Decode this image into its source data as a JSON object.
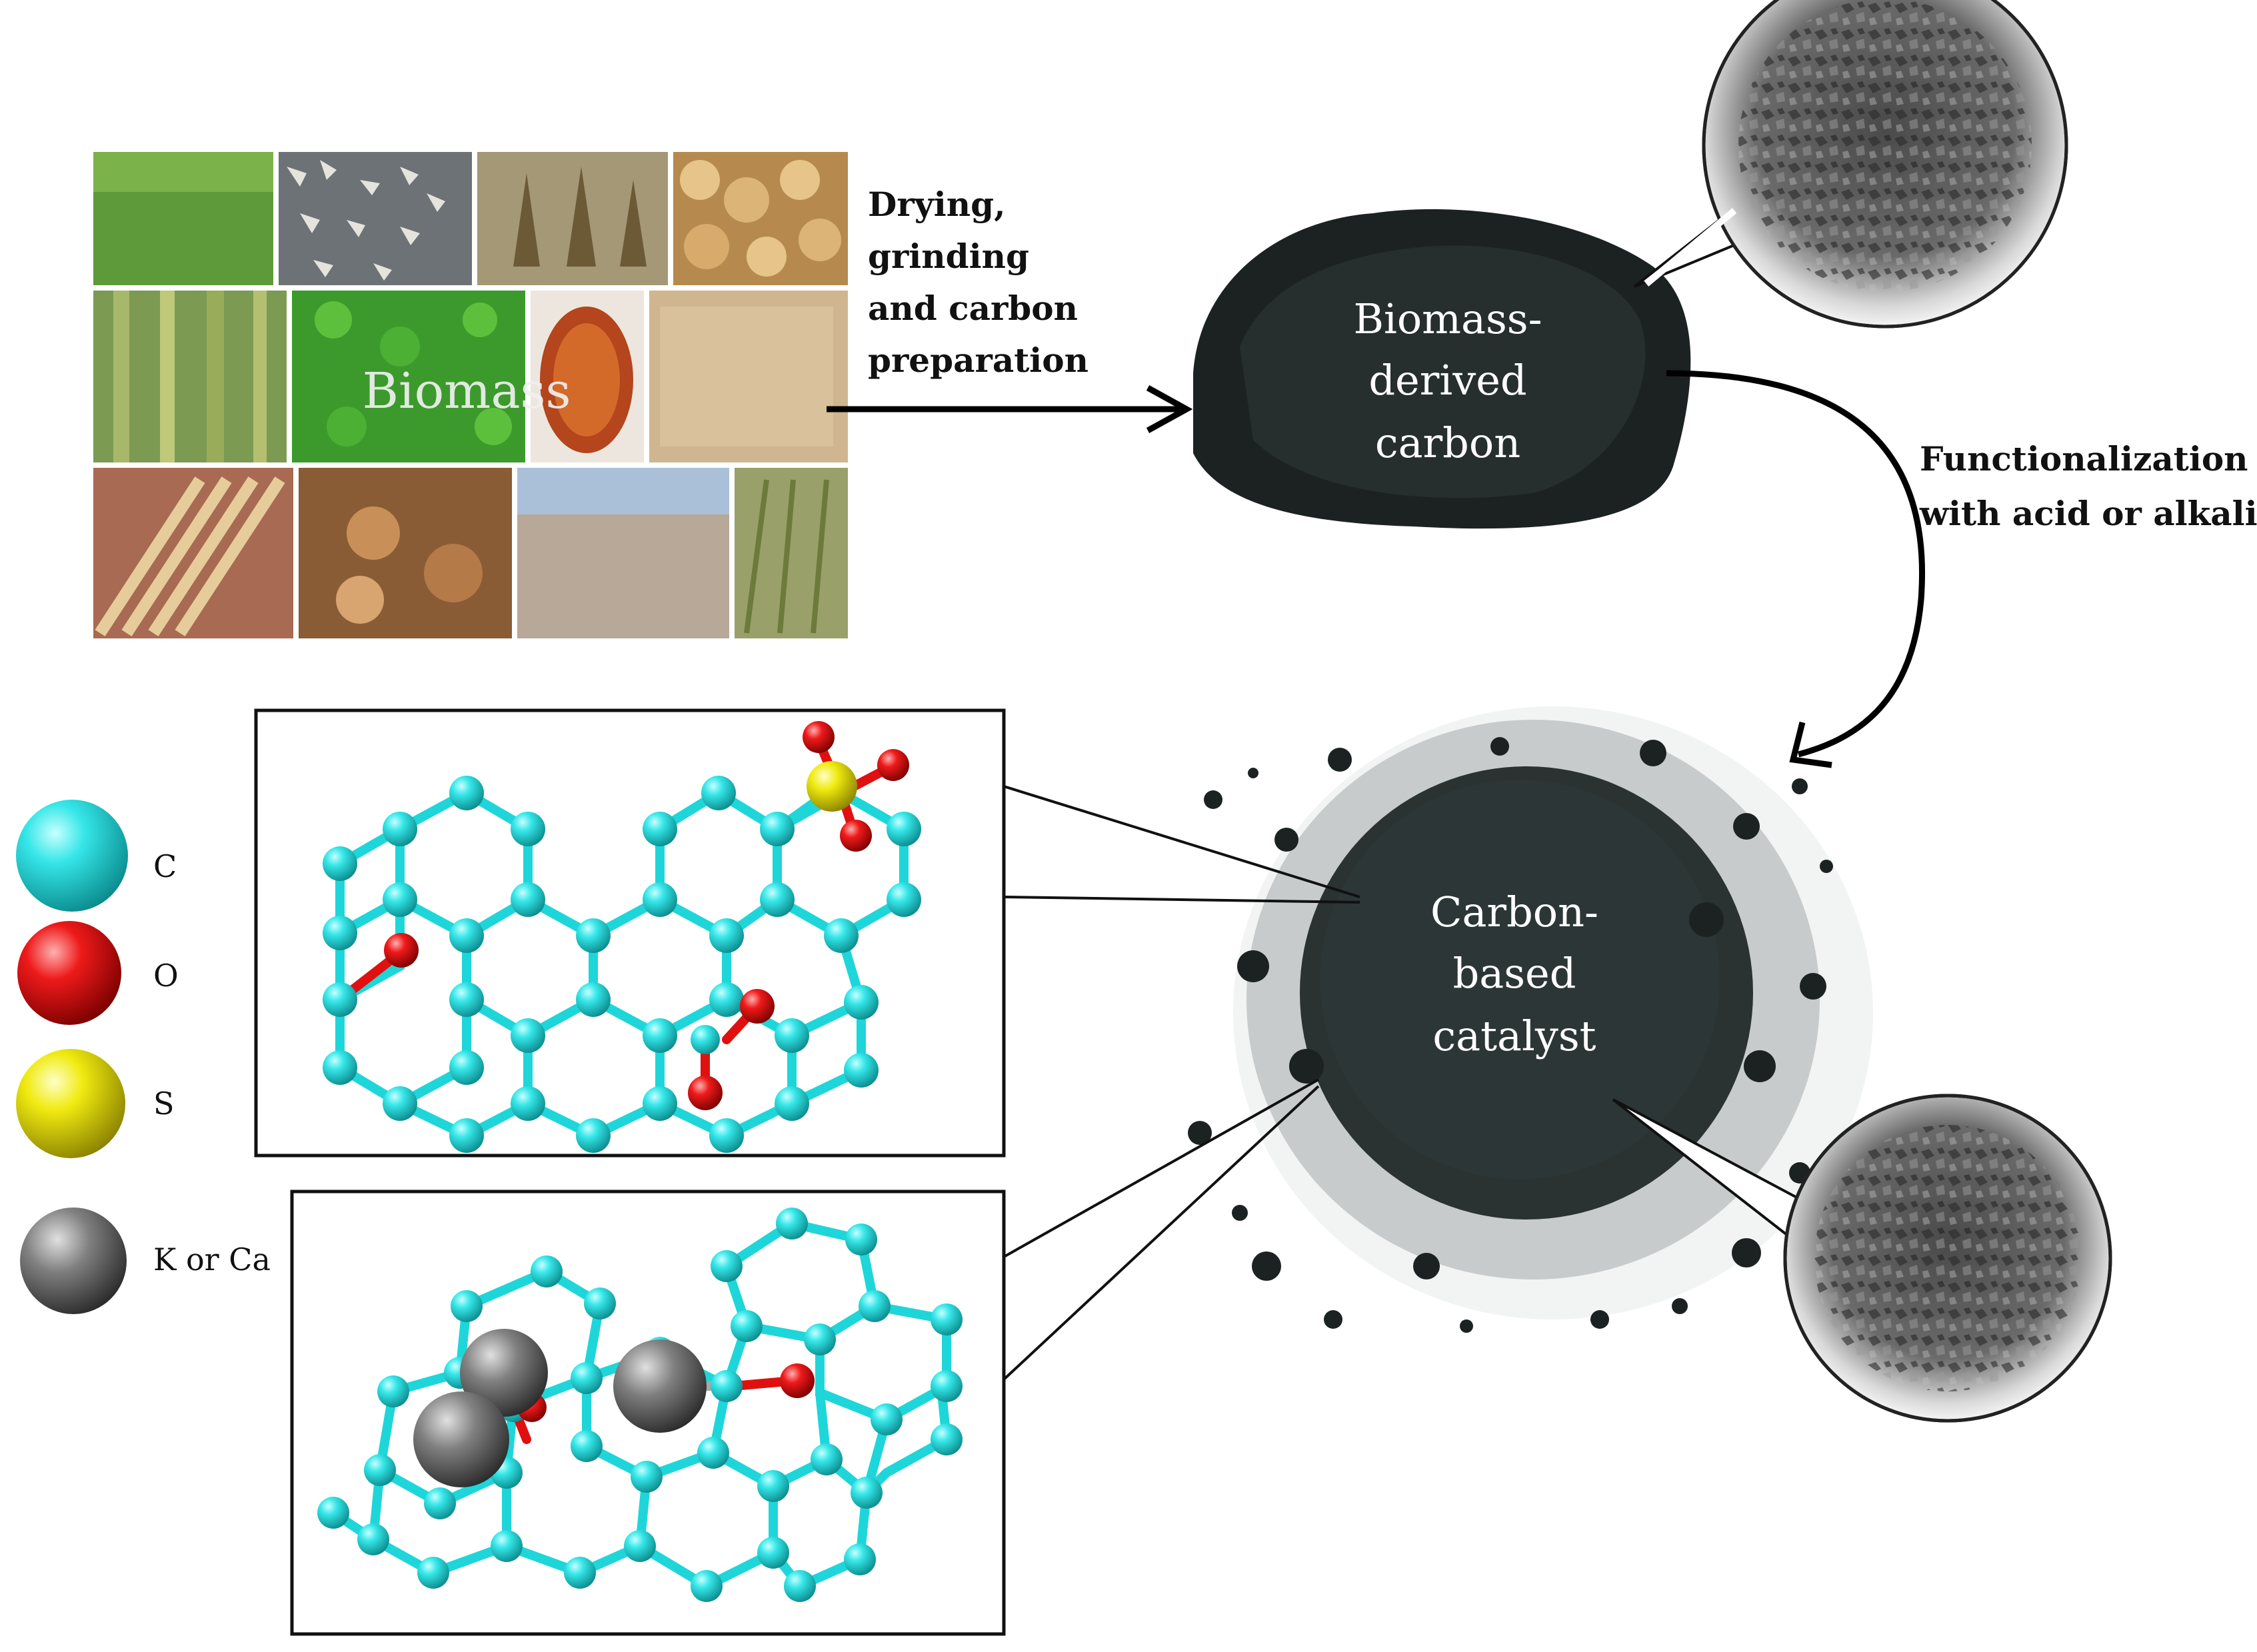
{
  "biomass": {
    "label": "Biomass"
  },
  "step1": {
    "line1": "Drying,",
    "line2": "grinding",
    "line3": "and carbon",
    "line4": "preparation"
  },
  "step2": {
    "line1": "Functionalization",
    "line2": "with acid or alkali"
  },
  "carbon": {
    "line1": "Biomass-",
    "line2": "derived",
    "line3": "carbon"
  },
  "catalyst": {
    "line1": "Carbon-",
    "line2": "based",
    "line3": "catalyst"
  },
  "legend": [
    {
      "label": "C",
      "color": "#1ed6d9"
    },
    {
      "label": "O",
      "color": "#e01010"
    },
    {
      "label": "S",
      "color": "#e8e000"
    },
    {
      "label": "K or Ca",
      "color": "#6a6a6a"
    }
  ],
  "colors": {
    "arrow": "#000000",
    "bond_carbon": "#1ed6d9",
    "powder": "#1e2424"
  }
}
